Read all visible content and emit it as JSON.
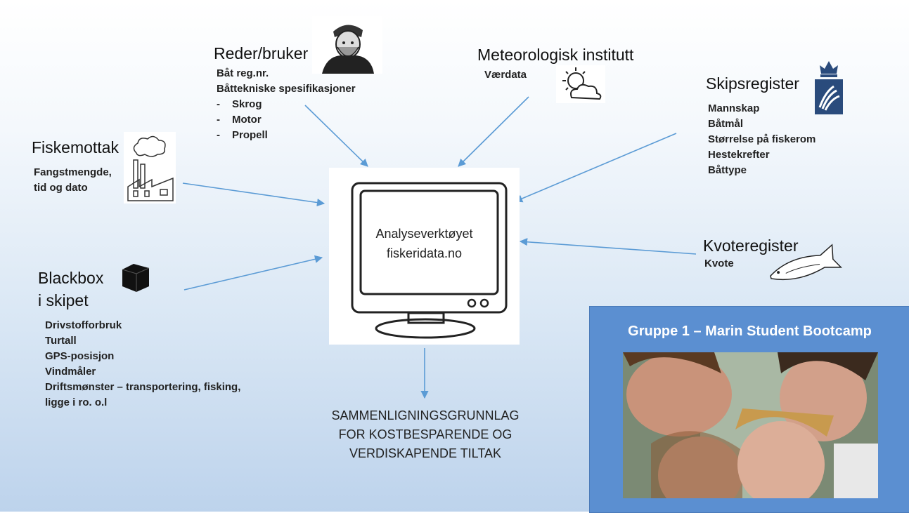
{
  "reder": {
    "title": "Reder/bruker",
    "items": [
      "Båt reg.nr.",
      "Båttekniske spesifikasjoner"
    ],
    "sub_items": [
      "Skrog",
      "Motor",
      "Propell"
    ]
  },
  "met": {
    "title": "Meteorologisk institutt",
    "item": "Værdata"
  },
  "skips": {
    "title": "Skipsregister",
    "items": [
      "Mannskap",
      "Båtmål",
      "Størrelse på fiskerom",
      "Hestekrefter",
      "Båttype"
    ]
  },
  "fiskemottak": {
    "title": "Fiskemottak",
    "items": [
      "Fangstmengde,",
      "tid og dato"
    ]
  },
  "center": {
    "line1": "Analyseverktøyet",
    "line2": "fiskeridata.no"
  },
  "kvote": {
    "title": "Kvoteregister",
    "item": "Kvote"
  },
  "blackbox": {
    "title_line1": "Blackbox",
    "title_line2": "i skipet",
    "items": [
      "Drivstofforbruk",
      "Turtall",
      "GPS-posisjon",
      "Vindmåler",
      "Driftsmønster – transportering, fisking,",
      "ligge i ro. o.l"
    ]
  },
  "result": {
    "lines": [
      "SAMMENLIGNINGSGRUNNLAG",
      "FOR KOSTBESPARENDE OG",
      "VERDISKAPENDE TILTAK"
    ]
  },
  "group": {
    "title": "Gruppe 1 – Marin Student Bootcamp"
  },
  "colors": {
    "arrow": "#5b9bd5",
    "panel": "#5b8fd1"
  }
}
